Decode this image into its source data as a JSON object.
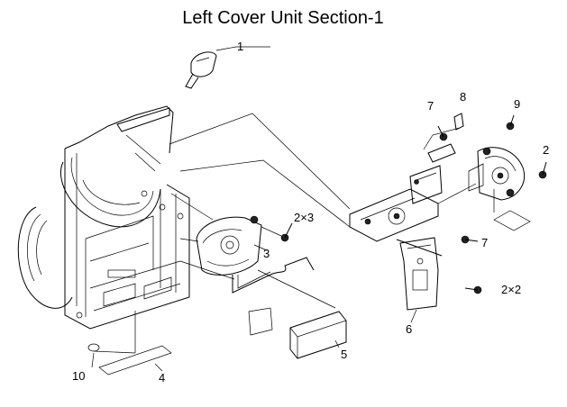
{
  "title": "Left Cover Unit Section-1",
  "callouts": {
    "c1": "1",
    "c2": "2",
    "c3": "3",
    "c4": "4",
    "c5": "5",
    "c6": "6",
    "c7a": "7",
    "c7b": "7",
    "c8": "8",
    "c9": "9",
    "c10": "10",
    "qty_2x3": "2×3",
    "qty_2x2": "2×2"
  }
}
